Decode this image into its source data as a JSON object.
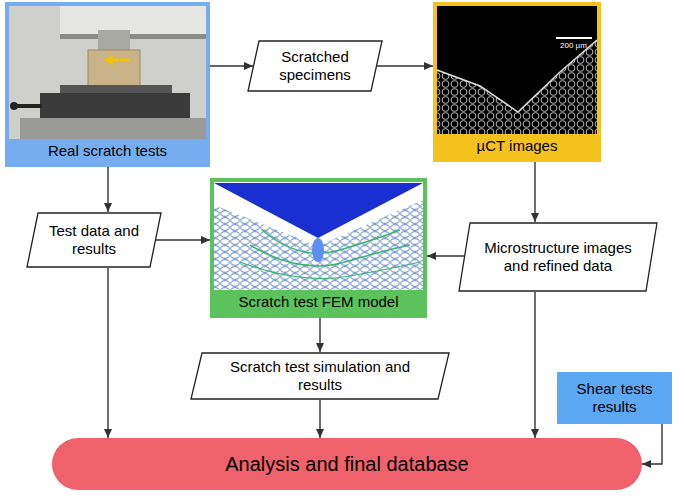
{
  "diagram": {
    "nodes": [
      {
        "text": [
          "Real scratch tests"
        ]
      },
      {
        "text": [
          "Scratched specimens"
        ]
      },
      {
        "text": [
          "µCT images"
        ]
      },
      {
        "text": [
          "Test data and results"
        ]
      },
      {
        "text": [
          "Scratch test FEM model"
        ]
      },
      {
        "text": [
          "Microstructure images and refined data"
        ]
      },
      {
        "text": [
          "Scratch test simulation and results"
        ]
      },
      {
        "text": [
          "Shear tests results"
        ]
      },
      {
        "text": [
          "Analysis and final database"
        ]
      }
    ],
    "edges": [
      {
        "from": 0,
        "to": 1,
        "arrow": "to"
      },
      {
        "from": 1,
        "to": 2,
        "arrow": "to"
      },
      {
        "from": 0,
        "to": 3,
        "arrow": "to"
      },
      {
        "from": 3,
        "to": 4,
        "arrow": "to"
      },
      {
        "from": 2,
        "to": 5,
        "arrow": "to"
      },
      {
        "from": 5,
        "to": 4,
        "arrow": "to"
      },
      {
        "from": 4,
        "to": 6,
        "arrow": "to"
      },
      {
        "from": 3,
        "to": 8,
        "arrow": "to"
      },
      {
        "from": 6,
        "to": 8,
        "arrow": "to"
      },
      {
        "from": 5,
        "to": 8,
        "arrow": "to"
      },
      {
        "from": 7,
        "to": 8,
        "arrow": "to"
      }
    ],
    "labels": [
      "200 µm"
    ]
  }
}
